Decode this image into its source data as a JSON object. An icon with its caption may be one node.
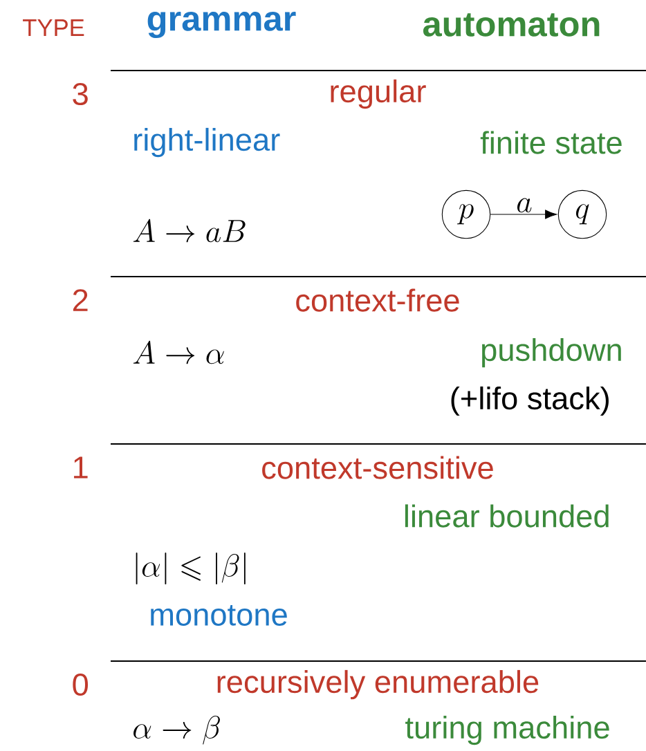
{
  "diagram": {
    "nodes": [
      {
        "text": [
          "p"
        ]
      },
      {
        "text": [
          "q"
        ]
      }
    ],
    "edges": [
      {
        "from": 0,
        "to": 1,
        "arrow": "to",
        "label": "a"
      }
    ],
    "labels": [
      "TYPE",
      "grammar",
      "automaton",
      "3",
      "regular",
      "right-linear",
      "finite state",
      "A \\to aB",
      "2",
      "context-free",
      "A \\to \\alpha",
      "pushdown",
      "(+lifo stack)",
      "1",
      "context-sensitive",
      "linear bounded",
      "|\\alpha| \\leqslant |\\beta|",
      "monotone",
      "0",
      "recursively enumerable",
      "\\alpha \\to \\beta",
      "turing machine"
    ]
  }
}
